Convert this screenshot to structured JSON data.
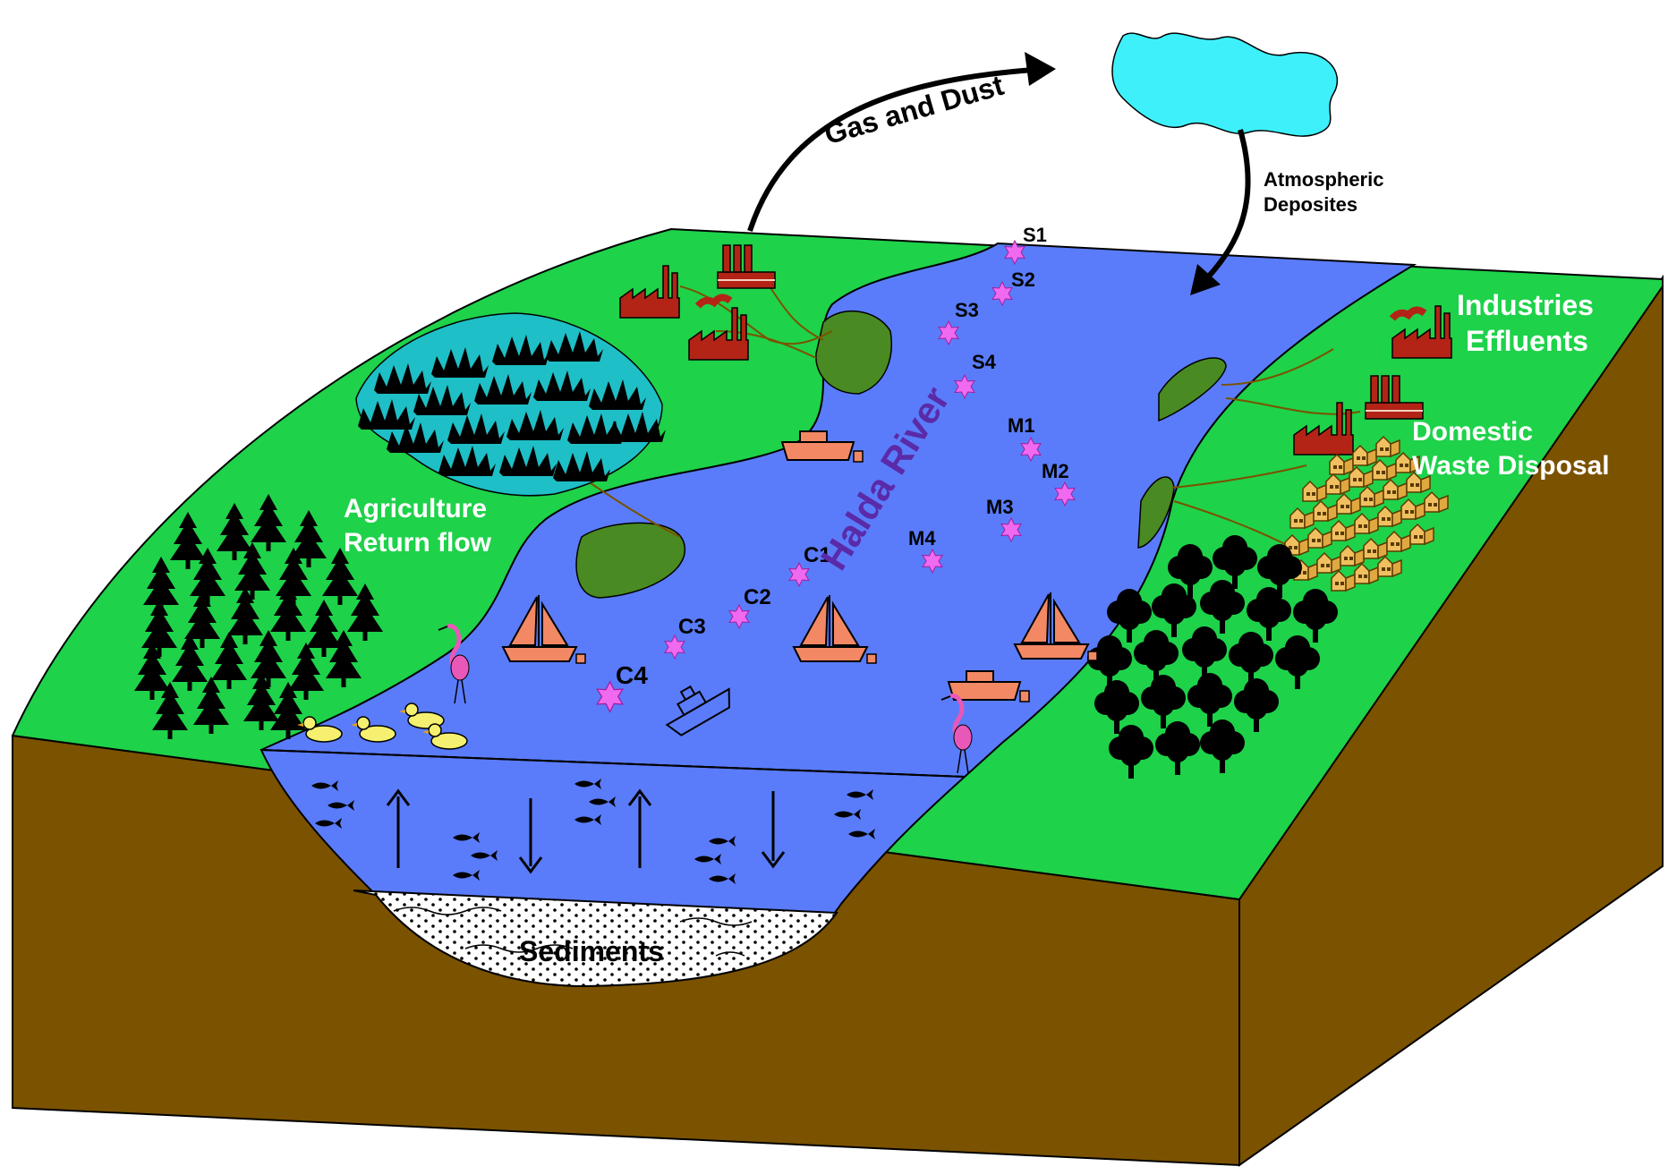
{
  "labels": {
    "gas_and_dust": "Gas and Dust",
    "atmospheric_line1": "Atmospheric",
    "atmospheric_line2": "Deposites",
    "industries_line1": "Industries",
    "industries_line2": "Effluents",
    "domestic_line1": "Domestic",
    "domestic_line2": "Waste Disposal",
    "agriculture_line1": "Agriculture",
    "agriculture_line2": "Return flow",
    "river_name": "Halda River",
    "sediments": "Sediments"
  },
  "sampling_sites": [
    "S1",
    "S2",
    "S3",
    "S4",
    "M1",
    "M2",
    "M3",
    "M4",
    "C1",
    "C2",
    "C3",
    "C4"
  ],
  "colors": {
    "land": "#1ed24a",
    "soil": "#7a5200",
    "river": "#5a7cfa",
    "cloud": "#3ef0fa",
    "pond": "#1ebfc6",
    "island": "#4a8a22",
    "factory": "#b32416",
    "boat": "#f28864",
    "site_marker": "#f06af0",
    "river_label": "#5a2aa8",
    "duck": "#f5f070",
    "heron": "#e858b8",
    "house": "#f0c060"
  }
}
